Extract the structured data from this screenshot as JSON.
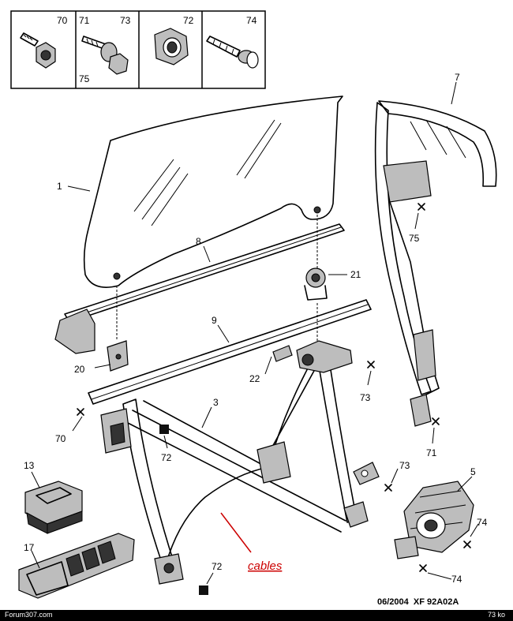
{
  "parts": {
    "p1": "1",
    "p3": "3",
    "p5": "5",
    "p7": "7",
    "p8": "8",
    "p9": "9",
    "p13": "13",
    "p17": "17",
    "p20": "20",
    "p21": "21",
    "p22": "22",
    "p70": "70",
    "p71": "71",
    "p72": "72",
    "p73": "73",
    "p74": "74",
    "p75": "75"
  },
  "annotation": "cables",
  "reference": "06/2004  XF 92A02A",
  "footer": {
    "left": "Forum307.com",
    "right": "73 ko"
  },
  "colors": {
    "annotation": "#cc0000",
    "footer_bg": "#000000"
  }
}
